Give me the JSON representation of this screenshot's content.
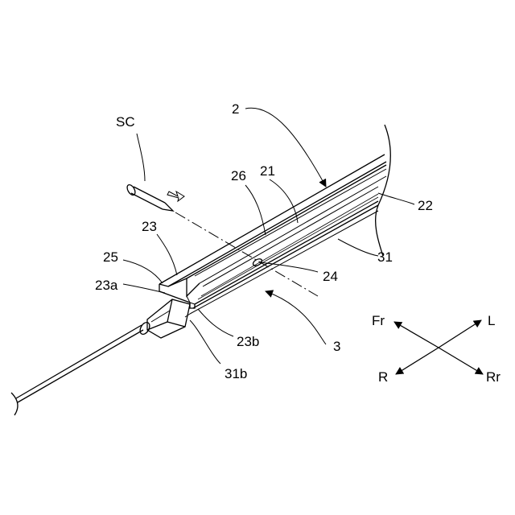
{
  "labels": {
    "rail": "2",
    "top_face": "21",
    "side_face": "22",
    "end_part": "23",
    "end_upper_corner": "23a",
    "end_lower_corner": "23b",
    "hole": "24",
    "end_flange": "25",
    "ridge": "26",
    "tube": "3",
    "tube_edge": "31",
    "tube_end": "31b",
    "screw": "SC"
  },
  "directions": {
    "front": "Fr",
    "left": "L",
    "right": "R",
    "rear": "Rr"
  }
}
